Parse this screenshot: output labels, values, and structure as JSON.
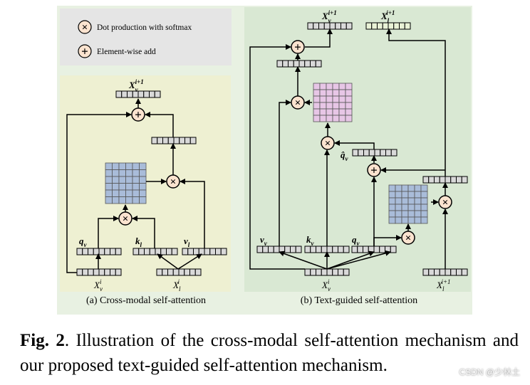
{
  "legend": {
    "times_symbol": "×",
    "plus_symbol": "+",
    "dot_label": "Dot production with softmax",
    "add_label": "Element-wise add"
  },
  "panel_a": {
    "caption": "(a) Cross-modal self-attention",
    "q_label": "q",
    "q_sub": "v",
    "k_label": "k",
    "k_sub": "l",
    "v_label": "v",
    "v_sub": "l",
    "input_v_base": "X",
    "input_v_sub": "v",
    "input_v_sup": "i",
    "input_l_base": "X",
    "input_l_sub": "l",
    "input_l_sup": "i",
    "output_base": "X",
    "output_sub": "v",
    "output_sup": "i+1"
  },
  "panel_b": {
    "caption": "(b) Text-guided self-attention",
    "v_label": "v",
    "v_sub": "v",
    "k_label": "k",
    "k_sub": "v",
    "q_label": "q",
    "q_sub": "v",
    "qhat_label": "q̂",
    "qhat_sub": "v",
    "input_v_base": "X",
    "input_v_sub": "v",
    "input_v_sup": "i",
    "input_l_base": "X",
    "input_l_sub": "l",
    "input_l_sup": "i+1",
    "output_v_base": "X",
    "output_v_sub": "v",
    "output_v_sup": "i+1",
    "output_l_base": "X",
    "output_l_sub": "l",
    "output_l_sup": "i+1"
  },
  "caption": {
    "fig_label": "Fig. 2",
    "text": ". Illustration of the cross-modal self-attention mechanism and our proposed text-guided self-attention mechanism."
  },
  "watermark": "CSDN @少林土",
  "colors": {
    "legend_bg": "#e5e5e5",
    "panel_a_bg": "#eef0d2",
    "panel_b_bg": "#d9e8d3",
    "outer_bg": "#e8f1e2",
    "op_circle": "#fbe3cf",
    "matrix_blue": "#a9bcd9",
    "matrix_pink": "#e7c6e6",
    "vector_gray": "#d9d9d9",
    "vector_green": "#e9f2d6"
  }
}
